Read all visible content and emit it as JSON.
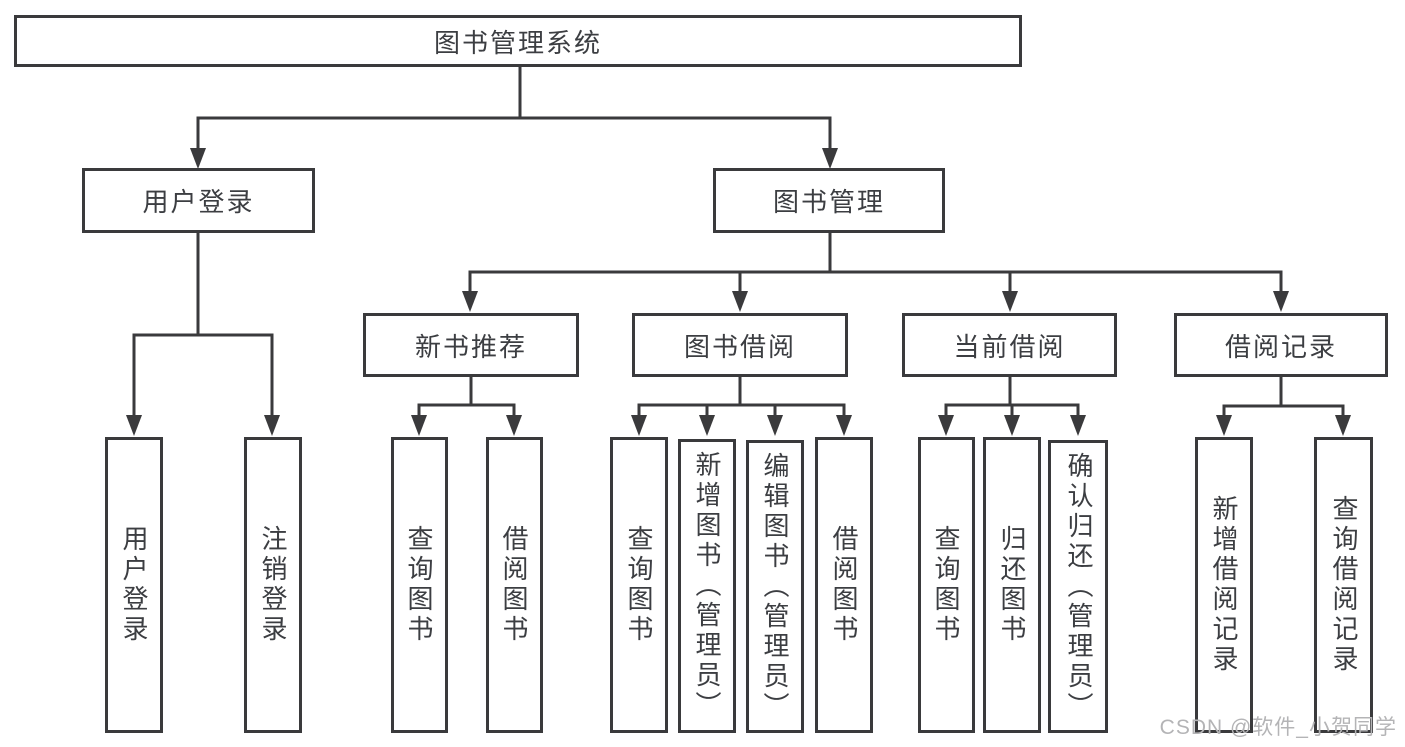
{
  "diagram_type": "hierarchy-tree",
  "colors": {
    "line": "#3a3a3c",
    "text": "#3c3e42",
    "watermark": "#b4b4b6",
    "background": "#ffffff"
  },
  "tree": {
    "label": "图书管理系统",
    "children": [
      {
        "label": "用户登录",
        "children": [
          {
            "label": "用户登录"
          },
          {
            "label": "注销登录"
          }
        ]
      },
      {
        "label": "图书管理",
        "children": [
          {
            "label": "新书推荐",
            "children": [
              {
                "label": "查询图书"
              },
              {
                "label": "借阅图书"
              }
            ]
          },
          {
            "label": "图书借阅",
            "children": [
              {
                "label": "查询图书"
              },
              {
                "label": "新增图书（管理员）"
              },
              {
                "label": "编辑图书（管理员）"
              },
              {
                "label": "借阅图书"
              }
            ]
          },
          {
            "label": "当前借阅",
            "children": [
              {
                "label": "查询图书"
              },
              {
                "label": "归还图书"
              },
              {
                "label": "确认归还（管理员）"
              }
            ]
          },
          {
            "label": "借阅记录",
            "children": [
              {
                "label": "新增借阅记录"
              },
              {
                "label": "查询借阅记录"
              }
            ]
          }
        ]
      }
    ]
  },
  "watermark": {
    "text": "CSDN @软件_小贺同学"
  }
}
